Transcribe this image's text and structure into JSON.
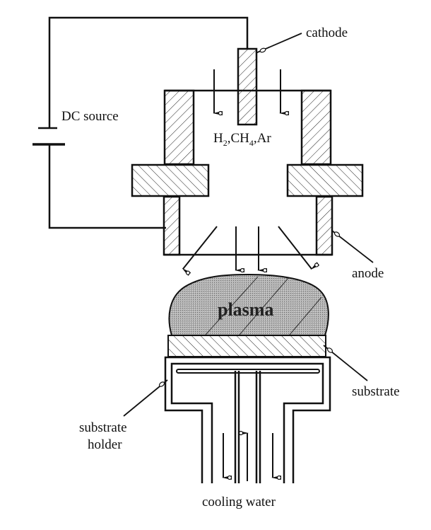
{
  "diagram": {
    "type": "DC arc plasma jet CVD apparatus schematic",
    "labels": {
      "cathode": "cathode",
      "dc_source": "DC source",
      "gases_h": "H",
      "gases_h_sub": "2",
      "gases_ch": ",CH",
      "gases_ch_sub": "4",
      "gases_ar": ",Ar",
      "anode": "anode",
      "plasma": "plasma",
      "substrate": "substrate",
      "substrate_holder_line1": "substrate",
      "substrate_holder_line2": "holder",
      "cooling_water": "cooling water"
    },
    "components": [
      "DC source (battery symbol)",
      "cathode (hatched rod)",
      "anode (hatched chamber walls)",
      "plasma",
      "substrate",
      "substrate holder",
      "cooling water channels"
    ],
    "colors": {
      "line": "#111111",
      "plasma_fill": "#a8a8a8",
      "background": "#ffffff"
    }
  }
}
